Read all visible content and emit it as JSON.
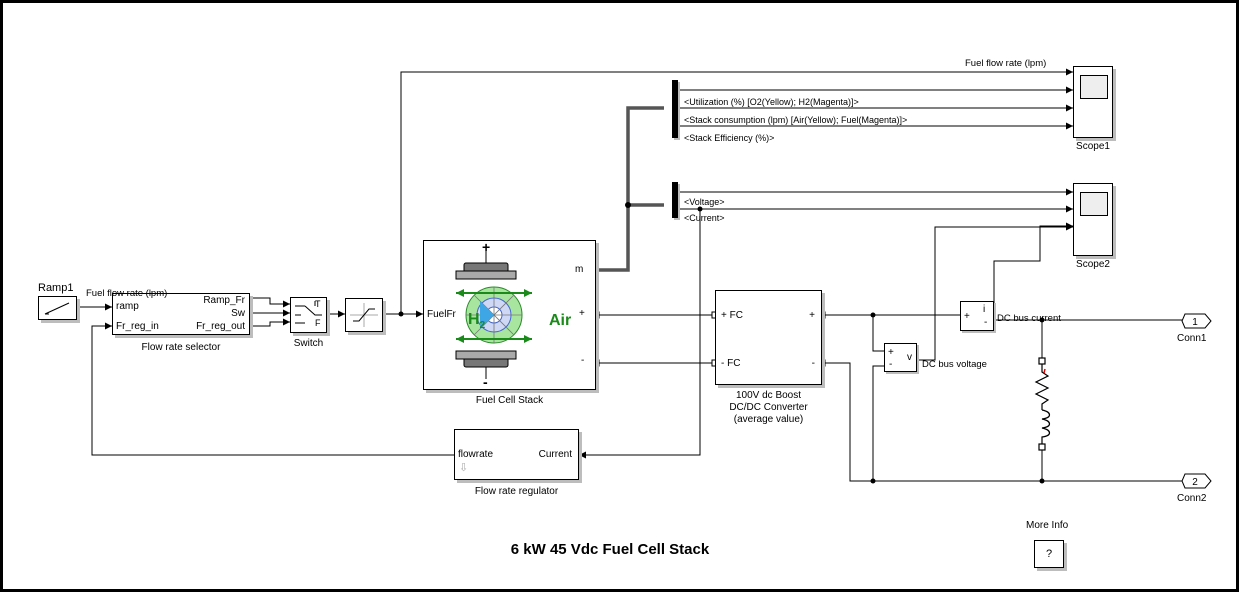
{
  "diagram_title": "6 kW 45 Vdc Fuel Cell Stack",
  "blocks": {
    "ramp": {
      "label": "Ramp1"
    },
    "flow_rate_selector": {
      "label": "Flow rate selector",
      "ports": {
        "ramp": "ramp",
        "fr_reg_in": "Fr_reg_in",
        "ramp_fr": "Ramp_Fr",
        "sw": "Sw",
        "fr_reg_out": "Fr_reg_out"
      }
    },
    "switch": {
      "label": "Switch",
      "ports": {
        "t": "T",
        "f": "F"
      }
    },
    "fuel_cell_stack": {
      "label": "Fuel Cell Stack",
      "ports": {
        "fuelfr": "FuelFr",
        "m": "m",
        "plus": "+",
        "minus": "-"
      },
      "icon_text": {
        "h2": "H",
        "h2_sub": "2",
        "air": "Air",
        "pos": "+",
        "neg": "-"
      }
    },
    "converter": {
      "label_line1": "100V dc Boost",
      "label_line2": "DC/DC Converter",
      "label_line3": "(average value)",
      "ports": {
        "in_pos": "+ FC",
        "in_neg": "- FC",
        "out_pos": "+",
        "out_neg": "-"
      }
    },
    "flow_rate_regulator": {
      "label": "Flow rate regulator",
      "ports": {
        "flowrate": "flowrate",
        "current": "Current"
      }
    },
    "current_meas": {
      "ports": {
        "plus": "+",
        "i": "i",
        "minus": "-"
      }
    },
    "voltage_meas": {
      "ports": {
        "plus": "+",
        "minus": "-",
        "v": "v"
      }
    },
    "scope1": {
      "label": "Scope1"
    },
    "scope2": {
      "label": "Scope2"
    },
    "conn1": {
      "number": "1",
      "label": "Conn1"
    },
    "conn2": {
      "number": "2",
      "label": "Conn2"
    },
    "more_info": {
      "label": "More Info",
      "button": "?"
    }
  },
  "signals": {
    "fuel_flow_rate_top": "Fuel flow rate (lpm)",
    "fuel_flow_rate_left": "Fuel flow rate (lpm)",
    "utilization": "<Utilization (%) [O2(Yellow); H2(Magenta)]>",
    "stack_consumption": "<Stack consumption (lpm) [Air(Yellow); Fuel(Magenta)]>",
    "stack_efficiency": "<Stack Efficiency (%)>",
    "voltage": "<Voltage>",
    "current": "<Current>",
    "dc_bus_current": "DC bus current",
    "dc_bus_voltage": "DC bus voltage"
  }
}
